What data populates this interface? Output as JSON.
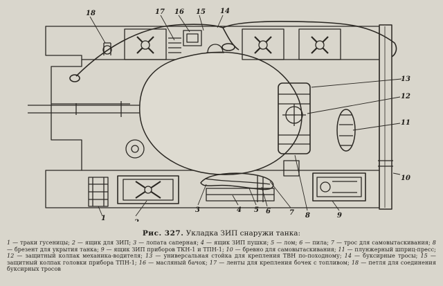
{
  "figure": {
    "caption_label": "Рис. 327.",
    "caption_title": "Укладка ЗИП снаружи танка:",
    "callouts": [
      "1",
      "2",
      "3",
      "4",
      "5",
      "6",
      "7",
      "8",
      "9",
      "10",
      "11",
      "12",
      "13",
      "14",
      "15",
      "16",
      "17",
      "18"
    ],
    "legend": [
      {
        "num": "1",
        "text": "траки гусеницы;"
      },
      {
        "num": "2",
        "text": "ящик для ЗИП;"
      },
      {
        "num": "3",
        "text": "лопата саперная;"
      },
      {
        "num": "4",
        "text": "ящик ЗИП пушки;"
      },
      {
        "num": "5",
        "text": "лом;"
      },
      {
        "num": "6",
        "text": "пила;"
      },
      {
        "num": "7",
        "text": "трос для самовытаскивания;"
      },
      {
        "num": "8",
        "text": "брезент для укрытия танка;"
      },
      {
        "num": "9",
        "text": "ящик ЗИП приборов ТКН-1 и ТПН-1;"
      },
      {
        "num": "10",
        "text": "бревно для самовытаскивания;"
      },
      {
        "num": "11",
        "text": "плунжерный шприц-пресс;"
      },
      {
        "num": "12",
        "text": "защитный колпак механика-водителя;"
      },
      {
        "num": "13",
        "text": "универсальная стойка для крепления ТВН по-походному;"
      },
      {
        "num": "14",
        "text": "буксирные тросы;"
      },
      {
        "num": "15",
        "text": "защитный колпак головки прибора ТПН-1;"
      },
      {
        "num": "16",
        "text": "масляный бачок;"
      },
      {
        "num": "17",
        "text": "ленты для крепления бочек с топливом;"
      },
      {
        "num": "18",
        "text": "петля для соединения буксирных тросов"
      }
    ]
  }
}
